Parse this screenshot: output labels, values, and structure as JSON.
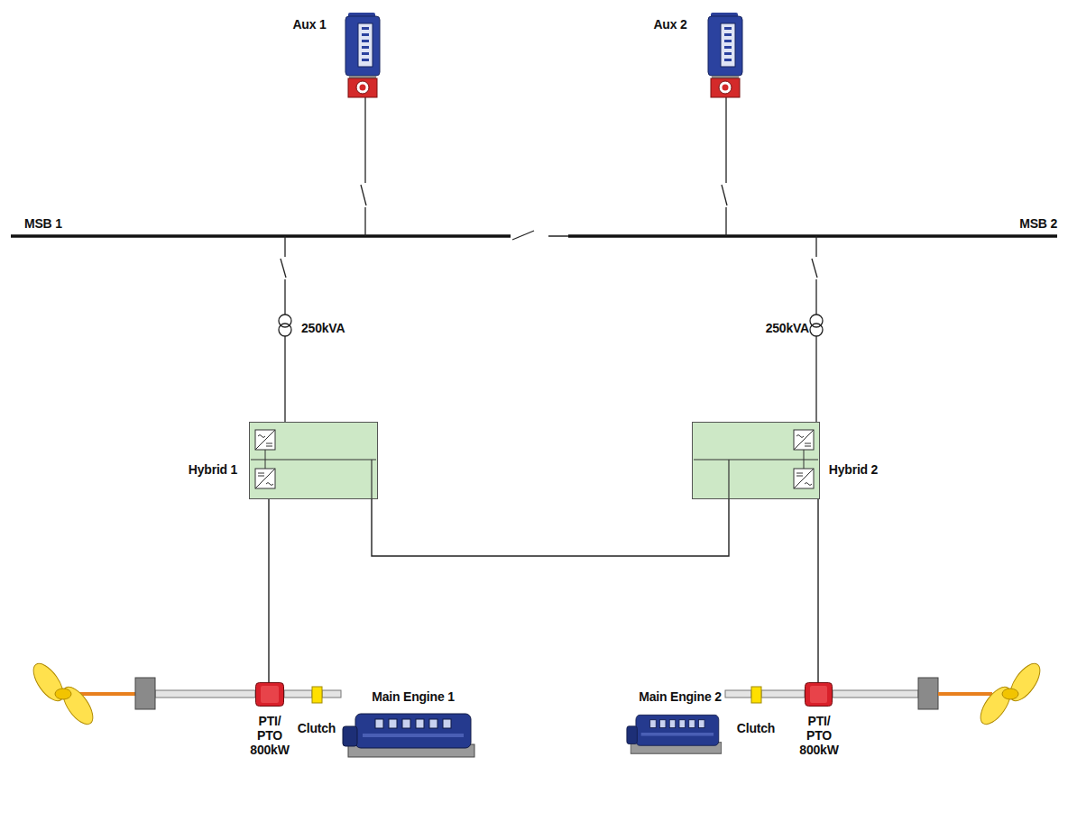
{
  "diagram": {
    "nodes": [
      {
        "text": [
          "Aux 1"
        ]
      },
      {
        "text": [
          "Aux 2"
        ]
      },
      {
        "text": [
          "Hybrid 1"
        ]
      },
      {
        "text": [
          "Hybrid 2"
        ]
      },
      {
        "text": [
          "Main Engine 1"
        ]
      },
      {
        "text": [
          "Main Engine 2"
        ]
      },
      {
        "text": [
          "PTI/ PTO 800kW"
        ]
      },
      {
        "text": [
          "PTI/ PTO 800kW"
        ]
      }
    ],
    "edges": [
      {
        "from": 2,
        "to": 6,
        "arrow": "none"
      },
      {
        "from": 3,
        "to": 7,
        "arrow": "none"
      },
      {
        "from": 2,
        "to": 3,
        "arrow": "none"
      }
    ],
    "labels": [
      "MSB 1",
      "MSB 2",
      "250kVA",
      "250kVA",
      "Clutch",
      "Clutch"
    ]
  }
}
